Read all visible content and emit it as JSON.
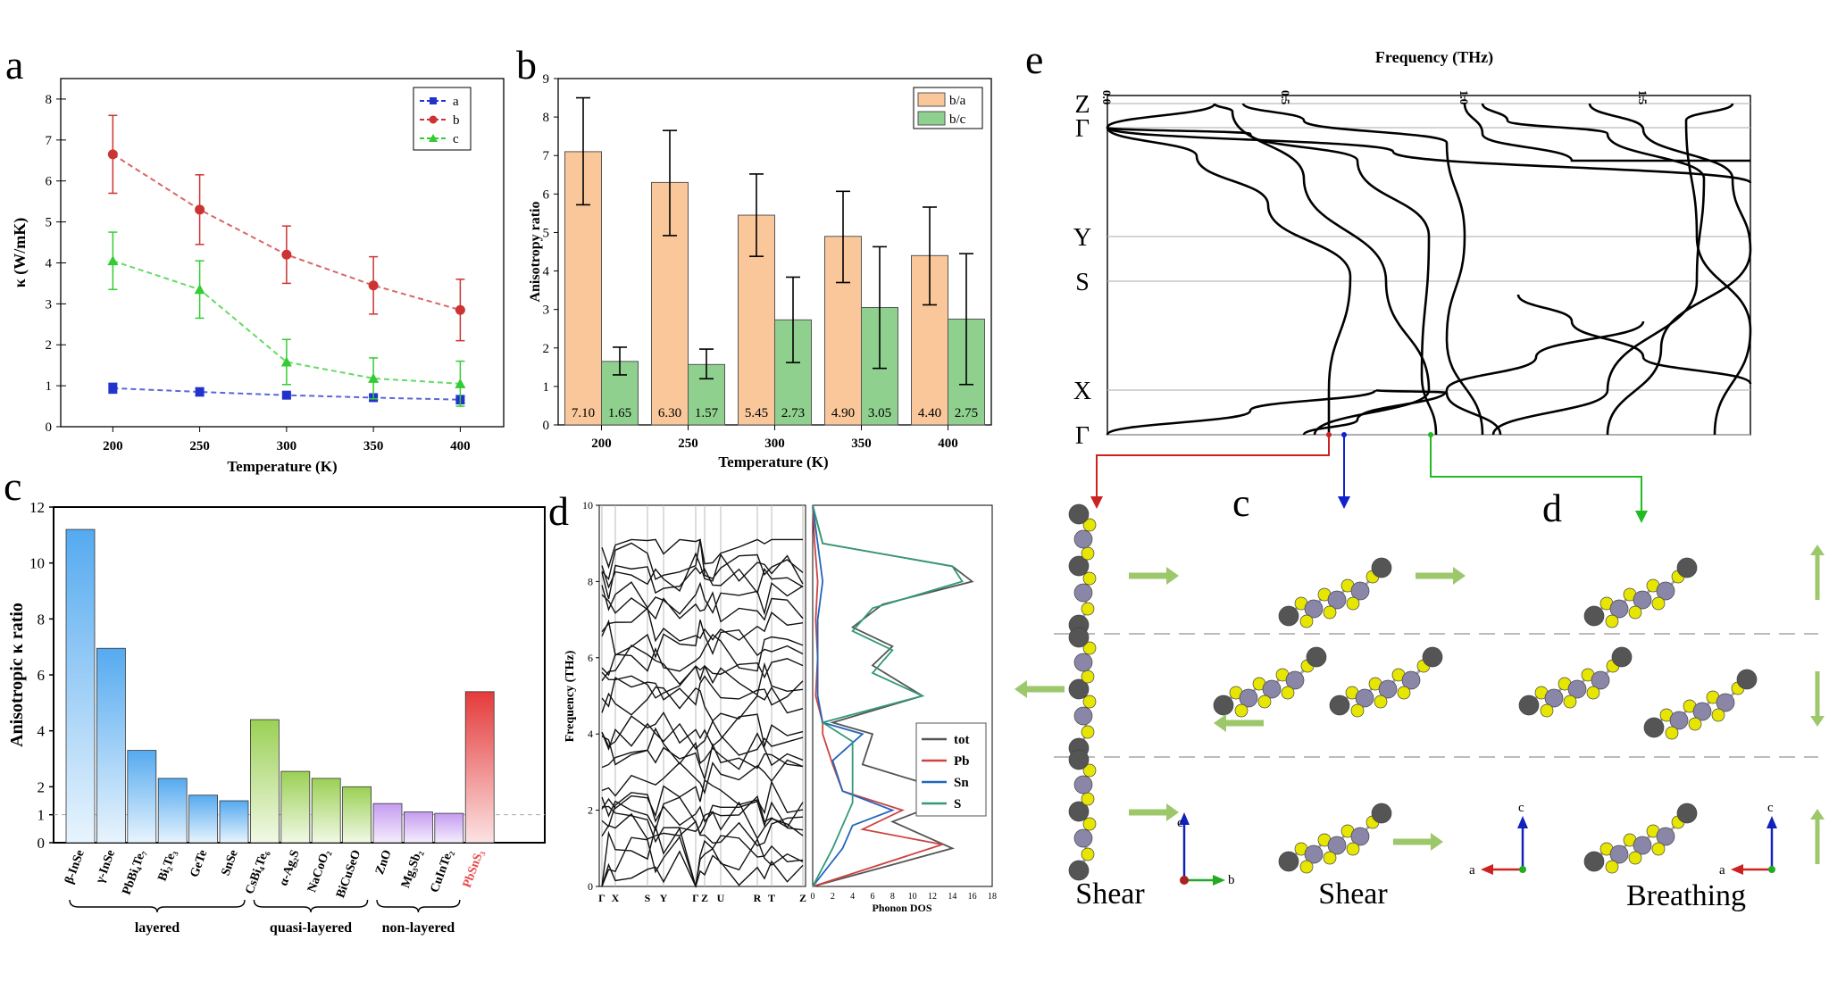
{
  "colors": {
    "a_series": "#2233cc",
    "b_series": "#cc3333",
    "c_series": "#33cc33",
    "ba_bar": "#f9c79a",
    "bc_bar": "#8fd08f",
    "layered": "#66b6ee",
    "quasi": "#a8d86a",
    "nonlayered": "#c9a6ee",
    "target": "#e84a4a",
    "dos_tot": "#555555",
    "dos_pb": "#cc4444",
    "dos_sn": "#2266bb",
    "dos_s": "#339977",
    "arrow_green": "#9cc76a",
    "atom_s": "#e6e600",
    "atom_sn": "#8a86a8",
    "atom_pb": "#555555"
  },
  "labels": {
    "a": "a",
    "b": "b",
    "c": "c",
    "d": "d",
    "e": "e",
    "e_sub_c": "c",
    "e_sub_d": "d",
    "mode1": "Shear",
    "mode2": "Shear",
    "mode3": "Breathing",
    "axis_c1": "c",
    "axis_b1": "b",
    "axis_c2": "c",
    "axis_a2": "a",
    "axis_c3": "c",
    "axis_a3": "a"
  },
  "chart_data": [
    {
      "panel": "a",
      "type": "line",
      "xlabel": "Temperature (K)",
      "ylabel": "κ (W/mK)",
      "x": [
        200,
        250,
        300,
        350,
        400
      ],
      "xlim": [
        170,
        425
      ],
      "ylim": [
        0,
        8.5
      ],
      "yticks": [
        0,
        1,
        2,
        3,
        4,
        5,
        6,
        7,
        8
      ],
      "legend": "top-right",
      "series": [
        {
          "name": "a",
          "values": [
            0.94,
            0.85,
            0.77,
            0.71,
            0.66
          ],
          "err": [
            0.12,
            0.1,
            0.05,
            0.05,
            0.1
          ]
        },
        {
          "name": "b",
          "values": [
            6.65,
            5.3,
            4.2,
            3.45,
            2.85
          ],
          "err": [
            0.95,
            0.85,
            0.7,
            0.7,
            0.75
          ]
        },
        {
          "name": "c",
          "values": [
            4.05,
            3.35,
            1.58,
            1.18,
            1.05
          ],
          "err": [
            0.7,
            0.7,
            0.55,
            0.5,
            0.55
          ]
        }
      ]
    },
    {
      "panel": "b",
      "type": "bar",
      "xlabel": "Temperature (K)",
      "ylabel": "Anisotropy ratio",
      "categories": [
        "200",
        "250",
        "300",
        "350",
        "400"
      ],
      "ylim": [
        0,
        9
      ],
      "yticks": [
        0,
        1,
        2,
        3,
        4,
        5,
        6,
        7,
        8,
        9
      ],
      "legend": "top-right",
      "series": [
        {
          "name": "b/a",
          "values": [
            7.1,
            6.3,
            5.45,
            4.9,
            4.4
          ],
          "labels": [
            "7.10",
            "6.30",
            "5.45",
            "4.90",
            "4.40"
          ],
          "err_hi": [
            8.5,
            7.65,
            6.52,
            6.07,
            5.66
          ],
          "err_lo": [
            5.72,
            4.92,
            4.38,
            3.7,
            3.12
          ]
        },
        {
          "name": "b/c",
          "values": [
            1.65,
            1.57,
            2.73,
            3.05,
            2.75
          ],
          "labels": [
            "1.65",
            "1.57",
            "2.73",
            "3.05",
            "2.75"
          ],
          "err_hi": [
            2.02,
            1.97,
            3.84,
            4.63,
            4.45
          ],
          "err_lo": [
            1.3,
            1.2,
            1.62,
            1.47,
            1.05
          ]
        }
      ]
    },
    {
      "panel": "c",
      "type": "bar",
      "ylabel": "Anisotropic κ ratio",
      "ylim": [
        0,
        12
      ],
      "yticks": [
        0,
        1,
        2,
        4,
        6,
        8,
        10,
        12
      ],
      "categories": [
        "β-InSe",
        "γ-InSe",
        "PbBi₄Te₇",
        "Bi₂Te₃",
        "GeTe",
        "SnSe",
        "CsBi₄Te₆",
        "α-Ag₂S",
        "NaCoO₂",
        "BiCuSeO",
        "ZnO",
        "Mg₃Sb₂",
        "CuInTe₂",
        "PbSnS₃"
      ],
      "values": [
        11.2,
        6.95,
        3.3,
        2.3,
        1.7,
        1.5,
        4.4,
        2.55,
        2.3,
        2.0,
        1.4,
        1.1,
        1.05,
        5.4
      ],
      "groups": [
        {
          "name": "layered",
          "from": 0,
          "to": 5
        },
        {
          "name": "quasi-layered",
          "from": 6,
          "to": 9
        },
        {
          "name": "non-layered",
          "from": 10,
          "to": 12
        }
      ]
    },
    {
      "panel": "d",
      "type": "line",
      "ylabel": "Frequency (THz)",
      "ylim": [
        0,
        10
      ],
      "yticks": [
        0,
        2,
        4,
        6,
        8,
        10
      ],
      "band_path": [
        "Γ",
        "X",
        "S",
        "Y",
        "Γ",
        "Z",
        "U",
        "R",
        "T",
        "Z"
      ],
      "dos_xlabel": "Phonon DOS",
      "dos_xticks": [
        0,
        2,
        4,
        6,
        8,
        10,
        12,
        14,
        16,
        18
      ],
      "dos_series": [
        "tot",
        "Pb",
        "Sn",
        "S"
      ]
    },
    {
      "panel": "e",
      "type": "line",
      "xlabel": "Frequency (THz)",
      "xticks": [
        "0.0",
        "0.5",
        "1.0",
        "1.5"
      ],
      "xlim": [
        0,
        1.8
      ],
      "kpoints": [
        "Z",
        "Γ",
        "Y",
        "S",
        "X",
        "Γ"
      ]
    }
  ]
}
